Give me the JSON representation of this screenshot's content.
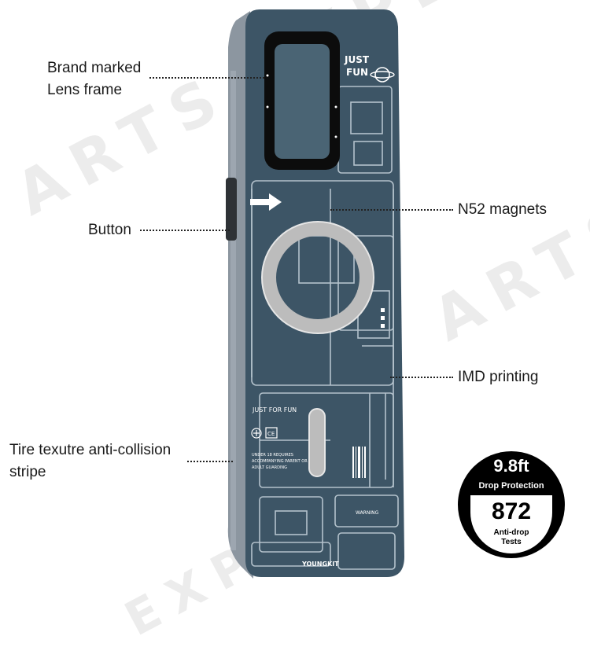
{
  "watermark": {
    "text_top": "ARTS EXPE",
    "text_mid": "ARTS EXPE",
    "text_bottom": "EXPE"
  },
  "callouts": {
    "brand_lens_line1": "Brand marked",
    "brand_lens_line2": "Lens frame",
    "button": "Button",
    "tire_line1": "Tire texutre anti-collision",
    "tire_line2": "stripe",
    "magnets": "N52 magnets",
    "imd": "IMD printing"
  },
  "case_print": {
    "logo_line1": "JUST",
    "logo_line2": "FUN",
    "slogan": "JUST FOR FUN",
    "notice_line1": "UNDER 18 REQUIRES",
    "notice_line2": "ACCOMPANYING PARENT OR",
    "notice_line3": "ADULT GUARDING",
    "warning": "WARNING",
    "brand": "YOUNGKIT",
    "ce_mark": "CE"
  },
  "badge": {
    "drop_value": "9.8ft",
    "drop_label": "Drop Protection",
    "test_value": "872",
    "test_label_line1": "Anti-drop",
    "test_label_line2": "Tests"
  },
  "colors": {
    "case_body": "#3d5566",
    "circuit_lines": "#c9d6de",
    "magsafe_ring": "#bcbcbc",
    "frame_bumper": "#8c96a0",
    "camera_frame": "#0c0c0c"
  }
}
